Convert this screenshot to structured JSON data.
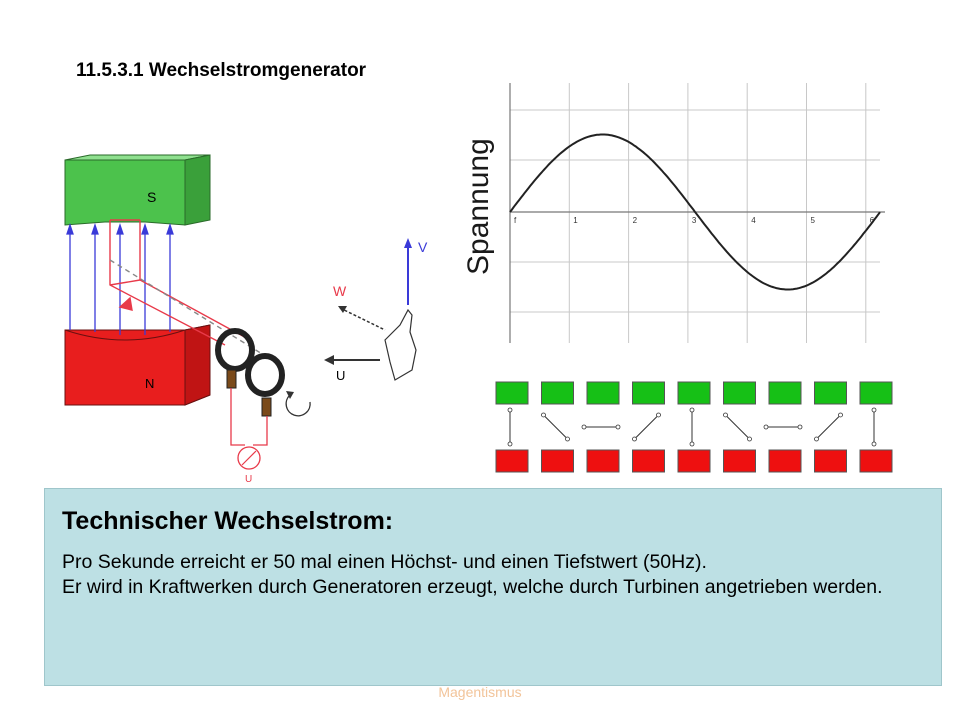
{
  "slide": {
    "title": "11.5.3.1 Wechselstromgenerator",
    "footer": "Magentismus"
  },
  "generator_diagram": {
    "magnet_top_label": "S",
    "magnet_bottom_label": "N",
    "vector_labels": {
      "v": "V",
      "w": "W",
      "u": "U"
    },
    "meter_label": "U",
    "colors": {
      "south_pole": "#3db83d",
      "north_pole": "#e81e1e",
      "field_lines": "#3a3ad8",
      "circuit": "#e83a4a"
    }
  },
  "chart_data": {
    "type": "line",
    "title": "",
    "ylabel": "Spannung",
    "xlabel": "",
    "x_ticks": [
      "f",
      "1",
      "2",
      "3",
      "4",
      "5",
      "6"
    ],
    "xlim": [
      0,
      6.28
    ],
    "ylim": [
      -1.7,
      1.7
    ],
    "series": [
      {
        "values_x": [
          0,
          0.52,
          1.05,
          1.57,
          2.09,
          2.62,
          3.14,
          3.67,
          4.19,
          4.71,
          5.24,
          5.76,
          6.28
        ],
        "values_y": [
          0,
          0.5,
          0.87,
          1.0,
          0.87,
          0.5,
          0,
          -0.5,
          -0.87,
          -1.0,
          -0.87,
          -0.5,
          0
        ]
      }
    ],
    "grid": true,
    "color": "#222222"
  },
  "rotation_sequence": {
    "steps": 9,
    "angles_deg": [
      90,
      135,
      180,
      225,
      270,
      315,
      0,
      45,
      90
    ],
    "colors": {
      "top_magnet": "#16c016",
      "bottom_magnet": "#ee1010"
    }
  },
  "info": {
    "heading": "Technischer Wechselstrom:",
    "paragraph_1": "Pro Sekunde erreicht er 50 mal einen Höchst- und einen Tiefstwert (50Hz).",
    "paragraph_2": "Er wird in Kraftwerken durch Generatoren erzeugt, welche durch Turbinen angetrieben werden."
  }
}
